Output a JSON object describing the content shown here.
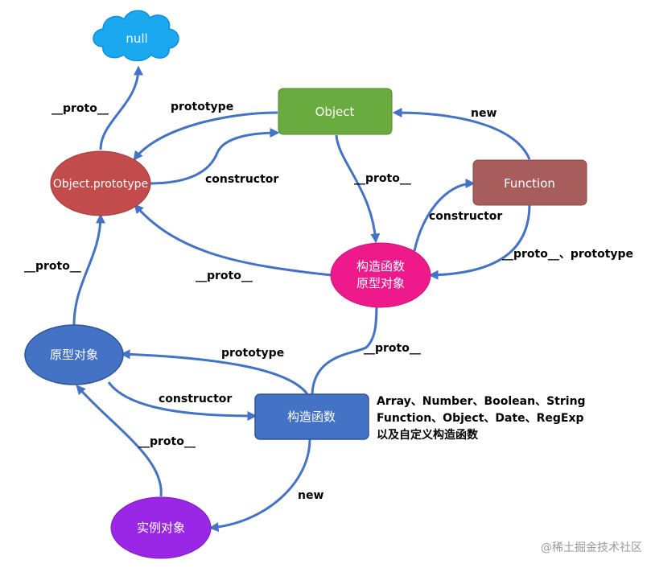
{
  "nodes": {
    "null": "null",
    "object": "Object",
    "function": "Function",
    "object_prototype": "Object.prototype",
    "ctor_prototype_line1": "构造函数",
    "ctor_prototype_line2": "原型对象",
    "prototype_object": "原型对象",
    "constructor_fn": "构造函数",
    "instance": "实例对象"
  },
  "edge_labels": {
    "op_to_null": "__proto__",
    "object_prototype": "prototype",
    "op_constructor": "constructor",
    "object_proto": "__proto__",
    "function_new": "new",
    "function_constructor": "constructor",
    "function_proto_prototype": "__proto__、prototype",
    "cp_to_op": "__proto__",
    "po_to_op": "__proto__",
    "ctor_prototype": "prototype",
    "ctor_proto": "__proto__",
    "po_constructor": "constructor",
    "inst_proto": "__proto__",
    "ctor_new": "new"
  },
  "note": {
    "line1": "Array、Number、Boolean、String",
    "line2": "Function、Object、Date、RegExp",
    "line3": "以及自定义构造函数"
  },
  "watermark": "@稀土掘金技术社区",
  "colors": {
    "edge": "#4472c4",
    "null_cloud": "#1aa8f0",
    "object": "#6aab3f",
    "function": "#a85d5d",
    "object_prototype": "#c24b4b",
    "ctor_prototype": "#ee1a8c",
    "prototype_object": "#4472c4",
    "constructor_fn": "#4472c4",
    "instance": "#9b27e6"
  }
}
